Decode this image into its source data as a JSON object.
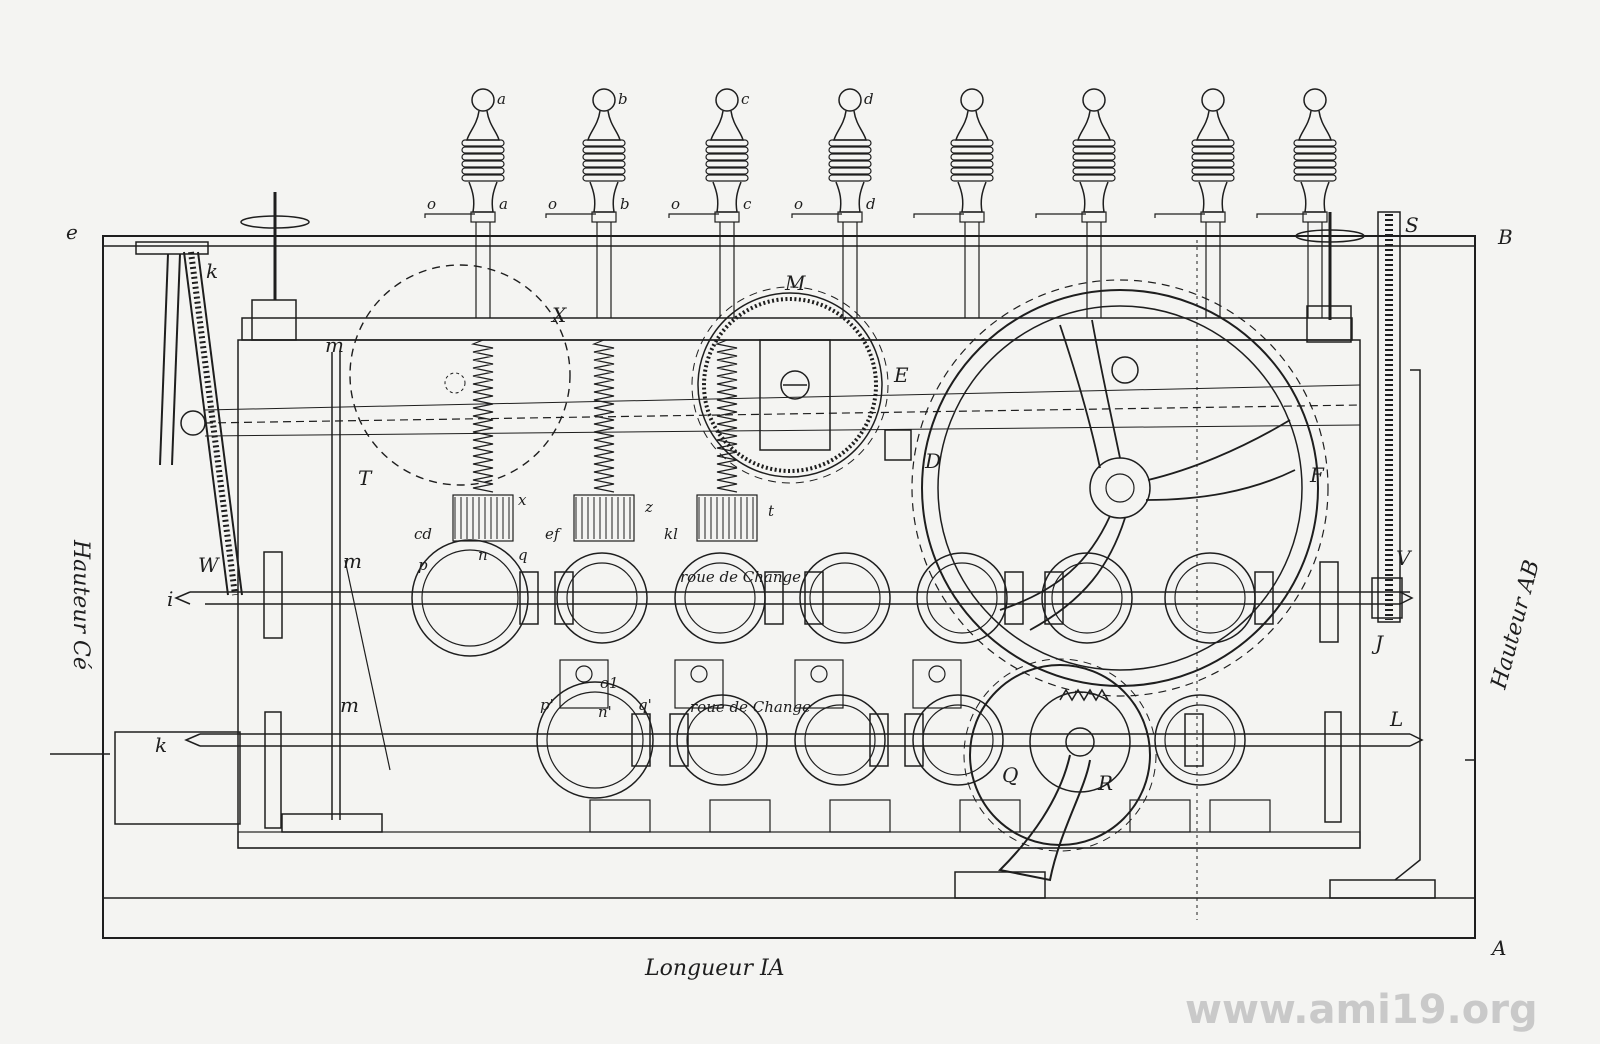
{
  "figure": {
    "corner_labels": {
      "top_left": "e",
      "top_right": "B",
      "bottom_right": "A",
      "top_right_wheel": "S"
    },
    "dimension_labels": {
      "bottom": "Longueur IA",
      "left": "Hauteur Cé",
      "right": "Hauteur AB"
    },
    "key_labels": [
      "a",
      "b",
      "c",
      "d"
    ],
    "key_base_labels": [
      "o",
      "a",
      "o",
      "b",
      "o",
      "c",
      "o",
      "d"
    ],
    "part_labels": {
      "M": "M",
      "X": "X",
      "E": "E",
      "D": "D",
      "F": "F",
      "T": "T",
      "k_top": "k",
      "k_bottom": "k",
      "m_top": "m",
      "m_mid": "m",
      "m_low": "m",
      "i": "i",
      "J": "J",
      "L": "L",
      "V": "V",
      "W": "W",
      "Q": "Q",
      "R": "R",
      "p": "p",
      "n": "n",
      "q": "q",
      "p2": "p'",
      "n2": "n'",
      "q2": "q'",
      "x": "x",
      "z": "z",
      "t": "t",
      "ol": "o1",
      "cd": "cd",
      "ef": "ef",
      "kl": "kl"
    },
    "wheel_annotations": [
      "roue de Change",
      "roue de Change"
    ]
  },
  "watermark": {
    "text": "www.ami19.org"
  }
}
